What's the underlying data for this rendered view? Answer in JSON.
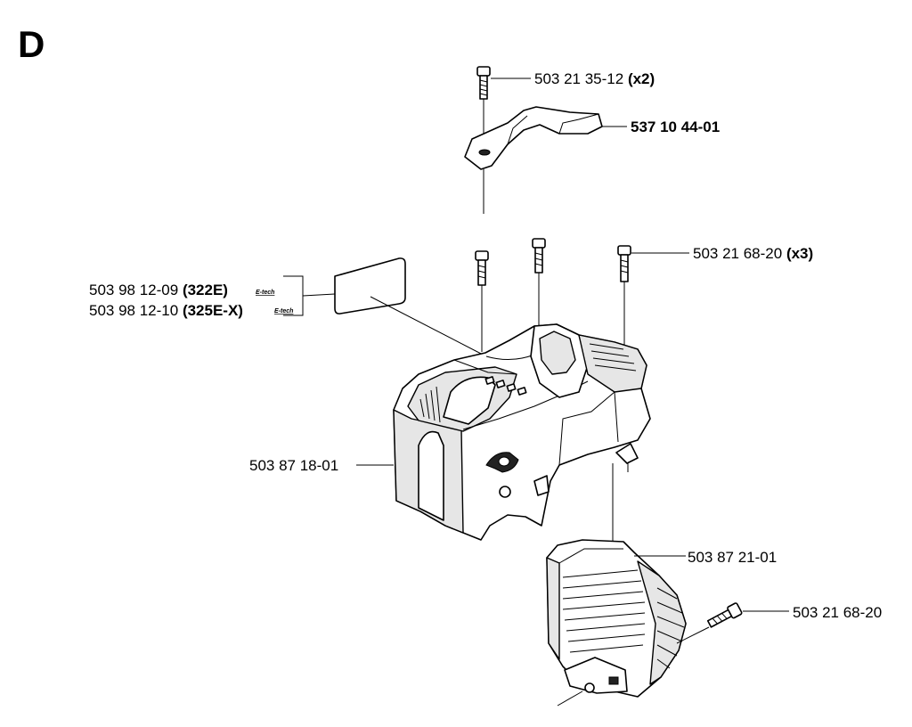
{
  "sheet_letter": "D",
  "labels": {
    "screw_top": {
      "part": "503 21 35-12",
      "qty": "(x2)"
    },
    "bracket": {
      "part": "537 10 44-01"
    },
    "screws_mid": {
      "part": "503 21 68-20",
      "qty": "(x3)"
    },
    "decal_322": {
      "part": "503 98 12-09",
      "model": "(322E)",
      "badge": "E-tech"
    },
    "decal_325": {
      "part": "503 98 12-10",
      "model": "(325E-X)",
      "badge": "E-tech"
    },
    "cover": {
      "part": "503 87 18-01"
    },
    "cylinder_cover": {
      "part": "503 87 21-01"
    },
    "screw_bottom": {
      "part": "503 21 68-20"
    }
  }
}
